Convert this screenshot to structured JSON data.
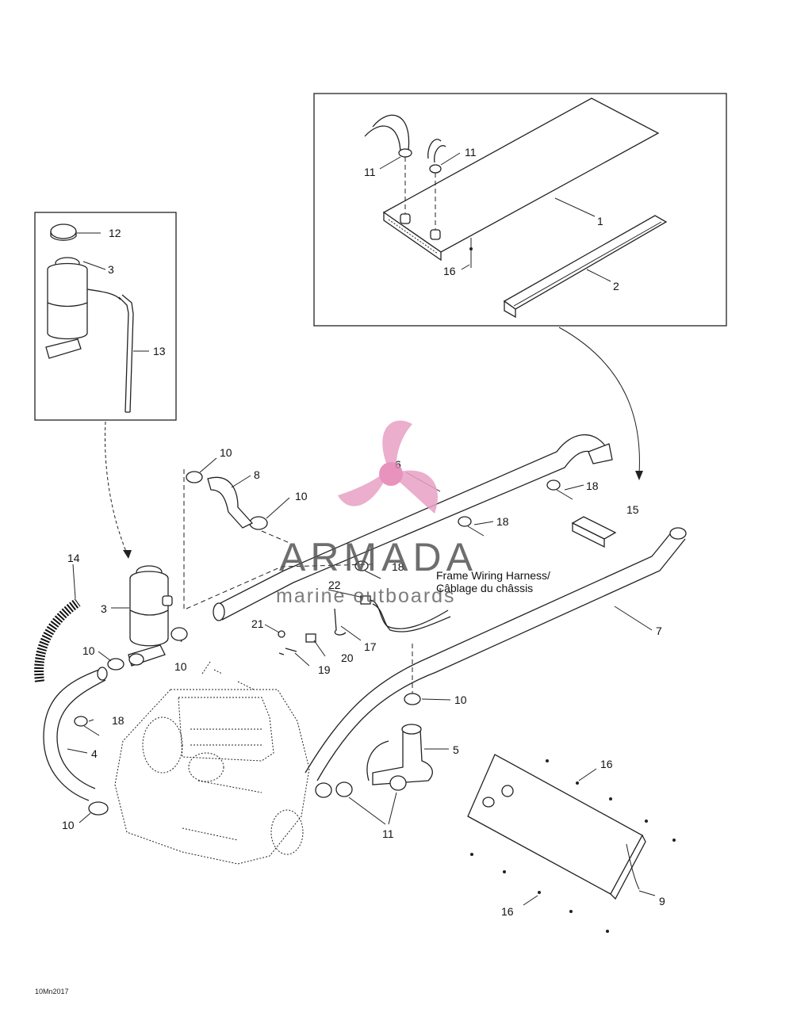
{
  "diagram": {
    "callouts": [
      {
        "id": "c1",
        "text": "1"
      },
      {
        "id": "c2",
        "text": "2"
      },
      {
        "id": "c3a",
        "text": "3"
      },
      {
        "id": "c3b",
        "text": "3"
      },
      {
        "id": "c4",
        "text": "4"
      },
      {
        "id": "c5",
        "text": "5"
      },
      {
        "id": "c6",
        "text": "6"
      },
      {
        "id": "c7",
        "text": "7"
      },
      {
        "id": "c8",
        "text": "8"
      },
      {
        "id": "c9",
        "text": "9"
      },
      {
        "id": "c10a",
        "text": "10"
      },
      {
        "id": "c10b",
        "text": "10"
      },
      {
        "id": "c10c",
        "text": "10"
      },
      {
        "id": "c10d",
        "text": "10"
      },
      {
        "id": "c10e",
        "text": "10"
      },
      {
        "id": "c10f",
        "text": "10"
      },
      {
        "id": "c11a",
        "text": "11"
      },
      {
        "id": "c11b",
        "text": "11"
      },
      {
        "id": "c11c",
        "text": "11"
      },
      {
        "id": "c12",
        "text": "12"
      },
      {
        "id": "c13",
        "text": "13"
      },
      {
        "id": "c14",
        "text": "14"
      },
      {
        "id": "c15",
        "text": "15"
      },
      {
        "id": "c16a",
        "text": "16"
      },
      {
        "id": "c16b",
        "text": "16"
      },
      {
        "id": "c16c",
        "text": "16"
      },
      {
        "id": "c17",
        "text": "17"
      },
      {
        "id": "c18a",
        "text": "18"
      },
      {
        "id": "c18b",
        "text": "18"
      },
      {
        "id": "c18c",
        "text": "18"
      },
      {
        "id": "c18d",
        "text": "18"
      },
      {
        "id": "c19",
        "text": "19"
      },
      {
        "id": "c20",
        "text": "20"
      },
      {
        "id": "c21",
        "text": "21"
      },
      {
        "id": "c22",
        "text": "22"
      }
    ],
    "harness_note_en": "Frame Wiring Harness/",
    "harness_note_fr": "Câblage du châssis",
    "figure_code": "10Mn2017"
  },
  "watermark": {
    "brand": "ARMADA",
    "tagline": "marine outboards",
    "color": "#e8a0c4"
  }
}
